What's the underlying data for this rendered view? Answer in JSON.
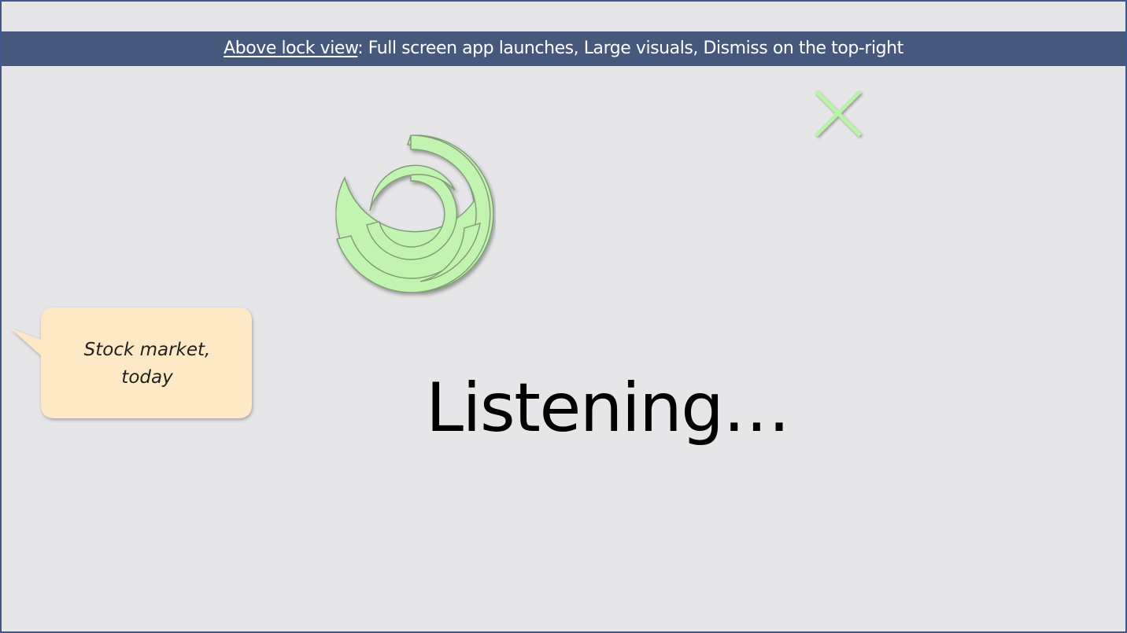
{
  "banner": {
    "title_underlined": "Above lock view",
    "title_rest": ": Full screen app launches, Large visuals, Dismiss on the top-right"
  },
  "dismiss": {
    "icon": "close-icon",
    "color": "#b5f5a5"
  },
  "assistant_logo": {
    "icon": "assistant-swirl-icon",
    "color": "#c2f7b0"
  },
  "status": {
    "text": "Listening…"
  },
  "speech_bubble": {
    "line1": "Stock market,",
    "line2": "today",
    "color": "#fde9c6"
  },
  "colors": {
    "banner_bg": "#46597d",
    "page_bg": "#e6e6e8",
    "frame_border": "#3e5a8c"
  }
}
